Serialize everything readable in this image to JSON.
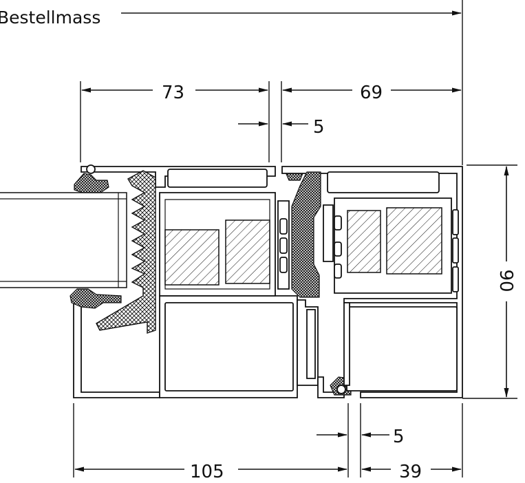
{
  "drawing": {
    "title_label": "Bestellmass",
    "dimensions": {
      "frame_top_left": "73",
      "frame_top_right": "69",
      "gap_top": "5",
      "height": "90",
      "gap_bottom": "5",
      "bottom_total": "105",
      "bottom_right": "39"
    },
    "colors": {
      "line": "#111111",
      "background": "#ffffff"
    }
  }
}
